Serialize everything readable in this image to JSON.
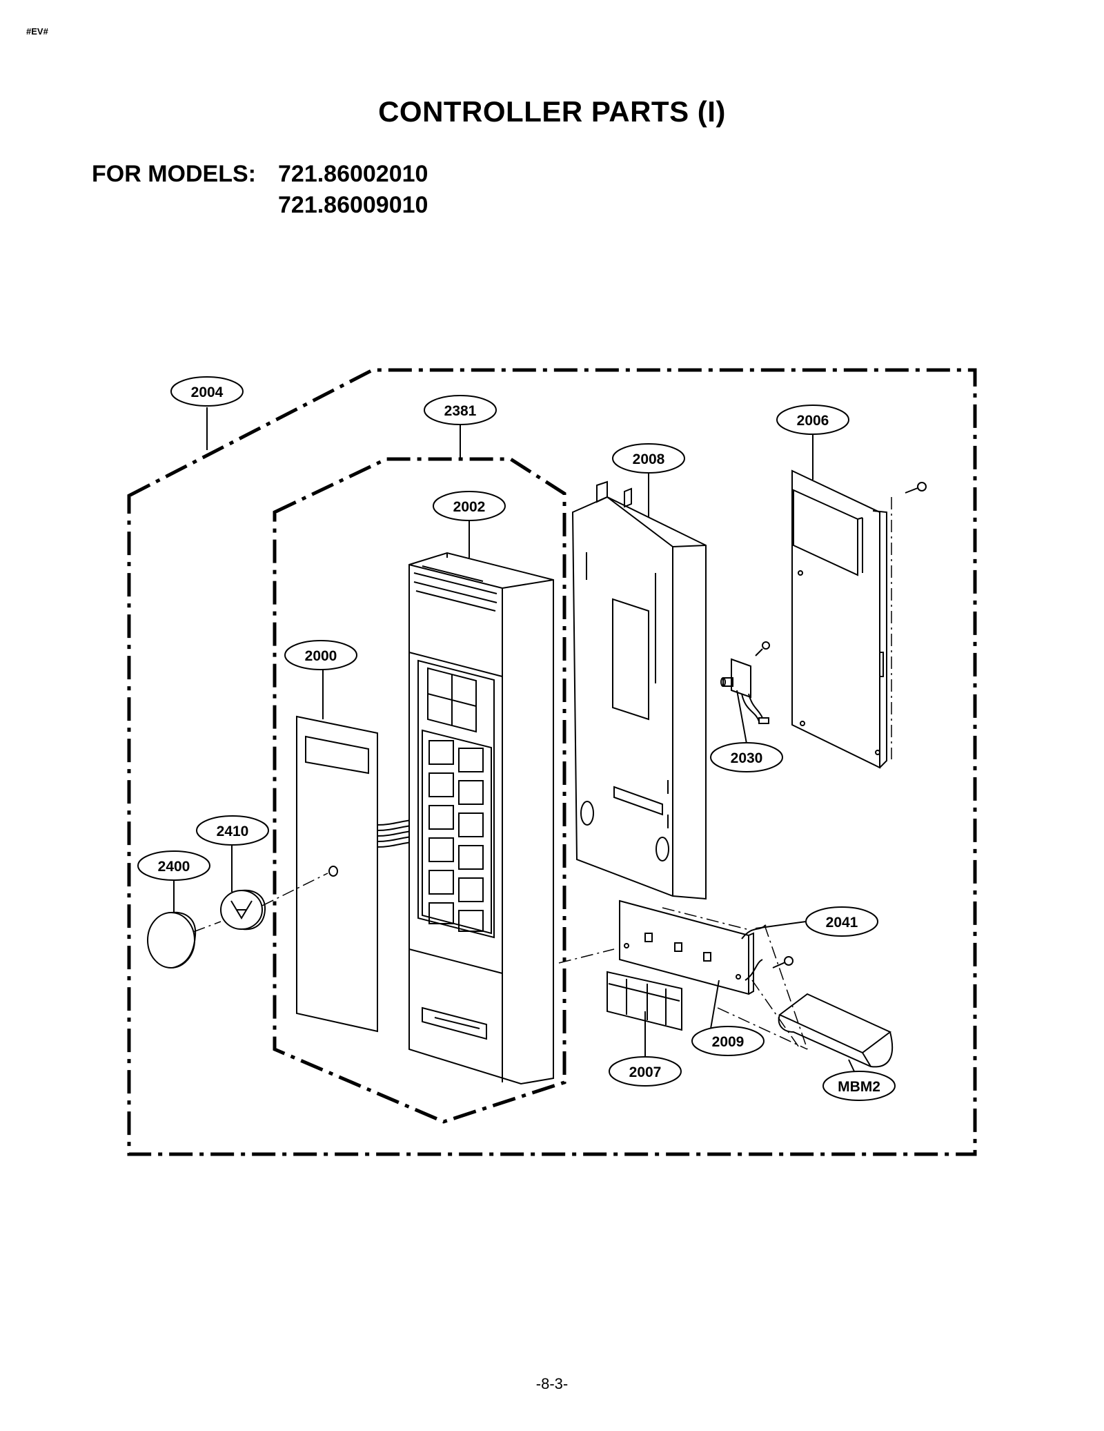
{
  "corner_mark": "#EV#",
  "title": "CONTROLLER PARTS (I)",
  "models": {
    "label": "FOR MODELS:",
    "numbers": [
      "721.86002010",
      "721.86009010"
    ]
  },
  "callouts": {
    "p2004": "2004",
    "p2381": "2381",
    "p2006": "2006",
    "p2008": "2008",
    "p2002": "2002",
    "p2000": "2000",
    "p2030": "2030",
    "p2410": "2410",
    "p2400": "2400",
    "p2041": "2041",
    "p2009": "2009",
    "p2007": "2007",
    "pMBM2": "MBM2"
  },
  "page_number": "-8-3-"
}
